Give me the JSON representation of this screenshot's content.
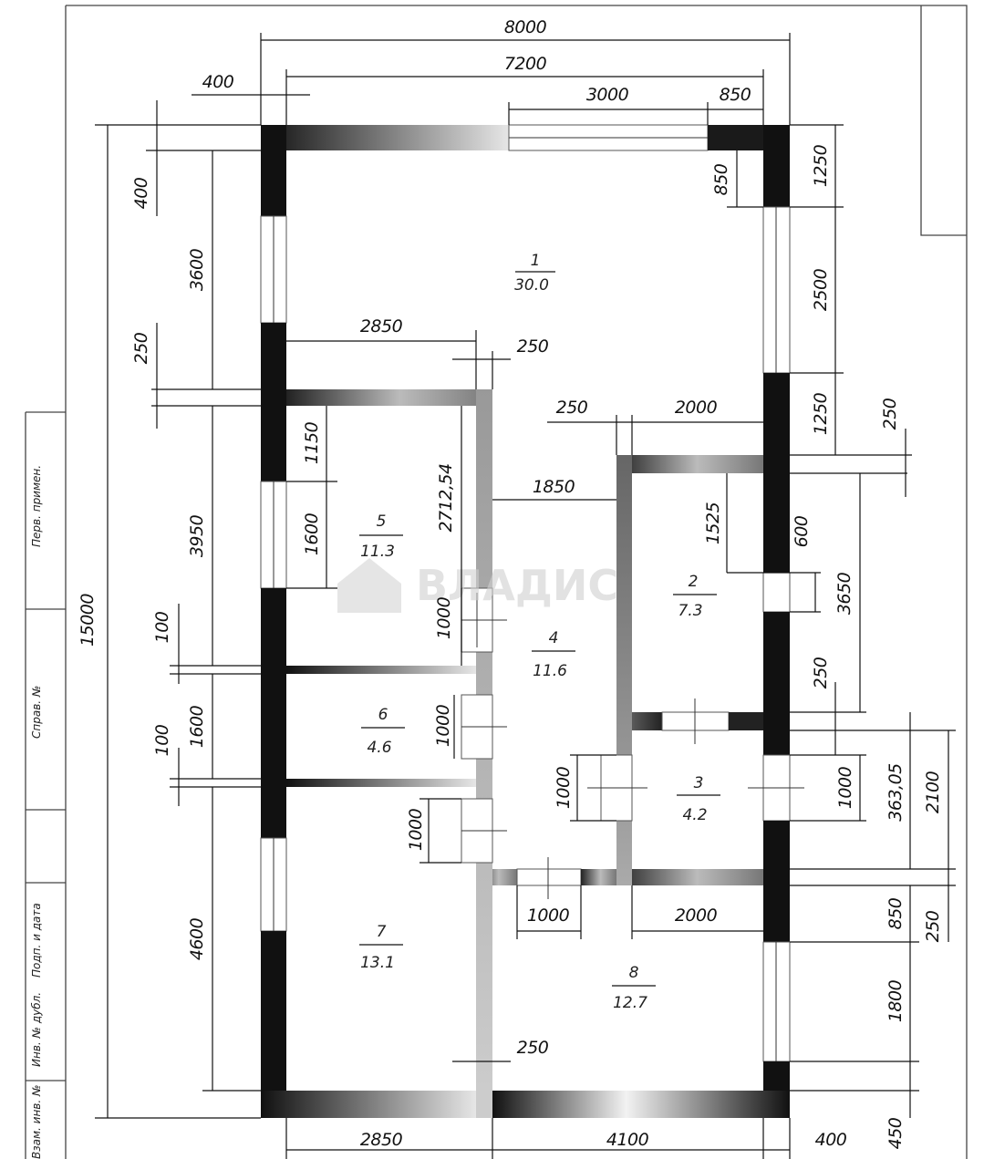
{
  "watermark": "ВЛАДИС",
  "side_stamp": [
    "Перв. примен.",
    "Справ. №",
    "Подп. и дата",
    "Инв. № дубл.",
    "Взам. инв. №"
  ],
  "rooms": [
    {
      "number": "1",
      "area": "30.0"
    },
    {
      "number": "2",
      "area": "7.3"
    },
    {
      "number": "3",
      "area": "4.2"
    },
    {
      "number": "4",
      "area": "11.6"
    },
    {
      "number": "5",
      "area": "11.3"
    },
    {
      "number": "6",
      "area": "4.6"
    },
    {
      "number": "7",
      "area": "13.1"
    },
    {
      "number": "8",
      "area": "12.7"
    }
  ],
  "dimensions": {
    "top_total": "8000",
    "top_inner": "7200",
    "top_wall": "400",
    "top_window": "3000",
    "top_right": "850",
    "right_top_gap": "850",
    "left_total": "15000",
    "left_a": "400",
    "left_b": "3600",
    "left_c": "250",
    "left_d": "3950",
    "left_e": "100",
    "left_f": "1600",
    "left_g": "100",
    "left_h": "4600",
    "r5_top": "1150",
    "r5_window": "1600",
    "r5_height": "2712,54",
    "r5_door": "1000",
    "r6_door": "1000",
    "r7_door": "1000",
    "r1_width": "2850",
    "wall_250_a": "250",
    "wall_250_b": "250",
    "r2_width": "2000",
    "corridor": "1850",
    "r2_a": "1525",
    "r2_window": "600",
    "r2_height": "3650",
    "r2_b": "250",
    "r3_door_left": "1000",
    "r3_door_right": "1000",
    "r3_a": "363,05",
    "r3_b": "2100",
    "right_a": "1250",
    "right_b": "2500",
    "right_c": "1250",
    "right_d": "250",
    "right_e": "850",
    "right_f": "250",
    "right_g": "1800",
    "right_h": "450",
    "bottom_door": "1000",
    "bottom_door2": "2000",
    "bottom_wall": "250",
    "bottom_left": "2850",
    "bottom_right": "4100",
    "bottom_400": "400"
  }
}
